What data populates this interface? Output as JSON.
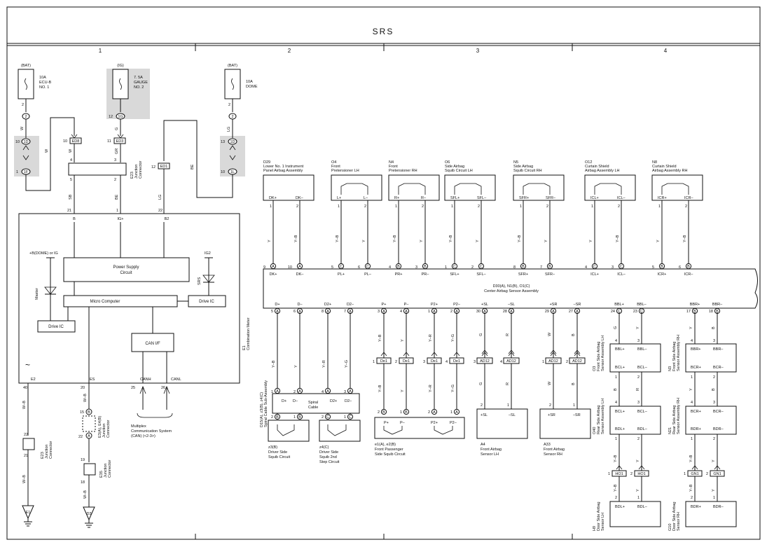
{
  "title": "SRS",
  "columns": [
    "1",
    "2",
    "3",
    "4"
  ],
  "fuses": [
    {
      "source": "(BAT)",
      "rating": "10A",
      "name1": "ECU-B",
      "name2": "NO. 1",
      "pin_top": "2",
      "conn": "2"
    },
    {
      "source": "(IG)",
      "rating": "7. 5A",
      "name1": "GAUGE",
      "name2": "NO. 2",
      "pin_top": "12",
      "conn": "1G"
    },
    {
      "source": "(BAT)",
      "rating": "10A",
      "name1": "DOME",
      "name2": "",
      "pin_top": "2",
      "conn": "2"
    }
  ],
  "left_conns": {
    "c10": "10",
    "c1D": "1D",
    "c1": "1",
    "c1F": "1F",
    "c13": "13",
    "c1D2": "1D",
    "c10b": "10",
    "c1L": "1L"
  },
  "ed_conns": [
    {
      "pin": "10",
      "name": "ED8"
    },
    {
      "pin": "11",
      "name": "ED3"
    },
    {
      "pin": "12",
      "name": "ED1"
    }
  ],
  "junction": {
    "id": "E23",
    "name1": "Junction",
    "name2": "Connector",
    "pins": [
      "4",
      "3",
      "5",
      "2"
    ]
  },
  "combo_meter": {
    "id": "E1",
    "name": "Combination Meter",
    "pins_top": [
      "21",
      "1",
      "22"
    ],
    "labels_top": [
      "B",
      "IG+",
      "B2"
    ],
    "pins_bottom": [
      "40",
      "20",
      "25",
      "26"
    ],
    "labels_bottom": [
      "E2",
      "ES",
      "CANH",
      "CANL"
    ],
    "bdome": "+B(DOME) or IG",
    "ig2": "IG2",
    "master": "Master",
    "srs": "SRS",
    "power_supply": [
      "Power Supply",
      "Circuit"
    ],
    "micro": "Micro Computer",
    "drive_ic": "Drive IC",
    "can_if": "CAN I/F",
    "tilde": "~"
  },
  "wires_left": {
    "w1": "W",
    "w2": "W",
    "w3": "G",
    "w4": "GR",
    "w5": "LG",
    "sb": "SB",
    "be": "BE",
    "be2": "BE",
    "lg2": "LG",
    "wb1": "W–B",
    "wb2": "W–B",
    "wb3": "W–B",
    "wb4": "W–B"
  },
  "bottom_left": {
    "e23": {
      "id": "E23",
      "name1": "Junction",
      "name2": "Connector",
      "pins": [
        "22",
        "21"
      ]
    },
    "e4": {
      "id": "E3(A), E4(B)",
      "name1": "Junction",
      "name2": "Connector",
      "pins": [
        "15",
        "B",
        "22",
        "A"
      ]
    },
    "e35": {
      "id": "E35",
      "name1": "Junction",
      "name2": "Connector",
      "pins": [
        "19",
        "18"
      ]
    },
    "grounds": [
      "E1",
      "D3"
    ]
  },
  "multiplex": [
    "Multiplex",
    "Communication System",
    "(CAN) (<2-3>)"
  ],
  "center": {
    "name": "D30(A), N1(B), O1(C)",
    "name2": "Center Airbag Sensor Assembly",
    "top_pins": [
      {
        "pin": "9",
        "c": "A",
        "label": "DK+"
      },
      {
        "pin": "10",
        "c": "A",
        "label": "DK–"
      },
      {
        "pin": "5",
        "c": "C",
        "label": "PL+"
      },
      {
        "pin": "6",
        "c": "C",
        "label": "PL–"
      },
      {
        "pin": "4",
        "c": "B",
        "label": "PR+"
      },
      {
        "pin": "3",
        "c": "B",
        "label": "PR–"
      },
      {
        "pin": "1",
        "c": "C",
        "label": "SFL+"
      },
      {
        "pin": "2",
        "c": "C",
        "label": "SFL–"
      },
      {
        "pin": "8",
        "c": "B",
        "label": "SFR+"
      },
      {
        "pin": "7",
        "c": "B",
        "label": "SFR–"
      },
      {
        "pin": "4",
        "c": "C",
        "label": "ICL+"
      },
      {
        "pin": "3",
        "c": "C",
        "label": "ICL–"
      },
      {
        "pin": "5",
        "c": "B",
        "label": "ICR+"
      },
      {
        "pin": "6",
        "c": "B",
        "label": "ICR–"
      }
    ],
    "bottom_pins": [
      {
        "pin": "5",
        "c": "A",
        "label": "D+"
      },
      {
        "pin": "6",
        "c": "A",
        "label": "D–"
      },
      {
        "pin": "8",
        "c": "A",
        "label": "D2+"
      },
      {
        "pin": "7",
        "c": "A",
        "label": "D2–"
      },
      {
        "pin": "3",
        "c": "A",
        "label": "P+"
      },
      {
        "pin": "4",
        "c": "A",
        "label": "P–"
      },
      {
        "pin": "1",
        "c": "A",
        "label": "P2+"
      },
      {
        "pin": "2",
        "c": "A",
        "label": "P2–"
      },
      {
        "pin": "30",
        "c": "A",
        "label": "+SL"
      },
      {
        "pin": "28",
        "c": "A",
        "label": "–SL"
      },
      {
        "pin": "29",
        "c": "A",
        "label": "+SR"
      },
      {
        "pin": "27",
        "c": "A",
        "label": "–SR"
      },
      {
        "pin": "24",
        "c": "C",
        "label": "BBL+"
      },
      {
        "pin": "23",
        "c": "C",
        "label": "BBL–"
      },
      {
        "pin": "17",
        "c": "B",
        "label": "BBR+"
      },
      {
        "pin": "18",
        "c": "B",
        "label": "BBR–"
      }
    ]
  },
  "top_components": [
    {
      "id": "D29",
      "n1": "Lower No. 1 Instrument",
      "n2": "Panel Airbag Assembly",
      "p1": "DK+",
      "p2": "DK–",
      "w1": "Y",
      "w2": "Y–B"
    },
    {
      "id": "O4",
      "n1": "Front",
      "n2": "Pretensioner LH",
      "p1": "L+",
      "p2": "L–",
      "w1": "Y–B",
      "w2": "Y"
    },
    {
      "id": "N4",
      "n1": "Front",
      "n2": "Pretensioner RH",
      "p1": "R+",
      "p2": "R–",
      "w1": "Y–B",
      "w2": "Y"
    },
    {
      "id": "O6",
      "n1": "Side Airbag",
      "n2": "Squib Circuit LH",
      "p1": "SFL+",
      "p2": "SFL–",
      "w1": "Y–B",
      "w2": "Y"
    },
    {
      "id": "N5",
      "n1": "Side Airbag",
      "n2": "Squib Circuit RH",
      "p1": "SFR+",
      "p2": "SFR–",
      "w1": "Y–B",
      "w2": "Y"
    },
    {
      "id": "O12",
      "n1": "Curtain Shield",
      "n2": "Airbag Assembly LH",
      "p1": "ICL+",
      "p2": "ICL–",
      "w1": "Y",
      "w2": "Y–B"
    },
    {
      "id": "N8",
      "n1": "Curtain Shield",
      "n2": "Airbag Assembly RH",
      "p1": "ICR+",
      "p2": "ICR–",
      "w1": "Y",
      "w2": "Y–B"
    }
  ],
  "pin12": [
    "1",
    "2"
  ],
  "spiral": {
    "id": "D15(A), z3(B), z4(C)",
    "name": "Spiral Cable Sub-Assembly",
    "cable": [
      "Spiral",
      "Cable"
    ],
    "pins_top": [
      "1",
      "A",
      "2",
      "A",
      "4",
      "A",
      "3",
      "A"
    ],
    "labels": [
      "D+",
      "D–",
      "D2+",
      "D2–"
    ],
    "pins_bottom": [
      "2",
      "B",
      "1",
      "B",
      "2",
      "C",
      "1",
      "C"
    ],
    "wires": [
      "Y–B",
      "Y",
      "Y–R",
      "Y–G"
    ]
  },
  "z3": [
    "z3(B)",
    "Driver Side",
    "Squib Circuit"
  ],
  "z4": [
    "z4(C)",
    "Driver Side",
    "Squib 2nd",
    "Step Circuit"
  ],
  "pass": {
    "de1": [
      "1",
      "De1",
      "2",
      "De1",
      "3",
      "De1",
      "4",
      "De1"
    ],
    "wires": [
      "Y–B",
      "Y",
      "Y–R",
      "Y–G"
    ],
    "pins_bottom": [
      "2",
      "B",
      "1",
      "B",
      "2",
      "A",
      "1",
      "A"
    ],
    "labels": [
      "P+",
      "P–",
      "P2+",
      "P2–"
    ],
    "name": [
      "e1(A), e2(B)",
      "Front Passenger",
      "Side Squib Circuit"
    ]
  },
  "a4": {
    "conns": [
      "3",
      "AD12",
      "4",
      "AD12"
    ],
    "wires": [
      "G",
      "R"
    ],
    "pins": [
      "2",
      "1"
    ],
    "labels": [
      "+SL",
      "–SL"
    ],
    "name": [
      "A4",
      "Front Airbag",
      "Sensor LH"
    ]
  },
  "a33": {
    "conns": [
      "1",
      "AD12",
      "2",
      "AD12"
    ],
    "wires": [
      "W",
      "B"
    ],
    "pins": [
      "2",
      "1"
    ],
    "labels": [
      "+SR",
      "–SR"
    ],
    "name": [
      "A33",
      "Front Airbag",
      "Sensor RH"
    ]
  },
  "rear_left": {
    "wires1": [
      "G",
      "Y"
    ],
    "pins1": [
      "4",
      "3"
    ],
    "o3": {
      "labels_top": [
        "BBL+",
        "BBL–"
      ],
      "labels_bot": [
        "BCL+",
        "BCL–"
      ],
      "pins_bot": [
        "1",
        "2"
      ],
      "name": [
        "O3",
        "Front Side Airbag",
        "Sensor Assembly LH"
      ]
    },
    "wires2": [
      "B",
      "R"
    ],
    "pins2": [
      "4",
      "3"
    ],
    "o40": {
      "labels_top": [
        "BCL+",
        "BCL–"
      ],
      "labels_bot": [
        "BDL+",
        "BDL–"
      ],
      "pins_bot": [
        "1",
        "2"
      ],
      "name": [
        "O40",
        "Rear Side Airbag",
        "Sensor Assembly LH"
      ]
    },
    "wires3": [
      "Y–B",
      "Y"
    ],
    "conns": [
      "1",
      "HO1",
      "2",
      "HO1"
    ],
    "wires4": [
      "Y–B",
      "Y"
    ],
    "pins4": [
      "2",
      "1"
    ],
    "h9": {
      "labels": [
        "BDL+",
        "BDL–"
      ],
      "name": [
        "H9",
        "Door Side Airbag",
        "Sensor LH"
      ]
    }
  },
  "rear_right": {
    "wires1": [
      "Y",
      "B"
    ],
    "pins1": [
      "4",
      "3"
    ],
    "n3": {
      "labels_top": [
        "BBR+",
        "BBR–"
      ],
      "labels_bot": [
        "BCR+",
        "BCR–"
      ],
      "pins_bot": [
        "1",
        "2"
      ],
      "name": [
        "N3",
        "Front Side Airbag",
        "Sensor Assembly RH"
      ]
    },
    "wires2": [
      "Y",
      "B"
    ],
    "pins2": [
      "4",
      "3"
    ],
    "n21": {
      "labels_top": [
        "BCR+",
        "BCR–"
      ],
      "labels_bot": [
        "BDR+",
        "BDR–"
      ],
      "pins_bot": [
        "1",
        "2"
      ],
      "name": [
        "N21",
        "Rear Side Airbag",
        "Sensor Assembly RH"
      ]
    },
    "wires3": [
      "Y–B",
      "Y"
    ],
    "conns": [
      "1",
      "GN1",
      "2",
      "GN1"
    ],
    "wires4": [
      "Y–B",
      "Y"
    ],
    "pins4": [
      "2",
      "1"
    ],
    "g10": {
      "labels": [
        "BDR+",
        "BDR–"
      ],
      "name": [
        "G10",
        "Door Side Airbag",
        "Sensor RH"
      ]
    }
  }
}
